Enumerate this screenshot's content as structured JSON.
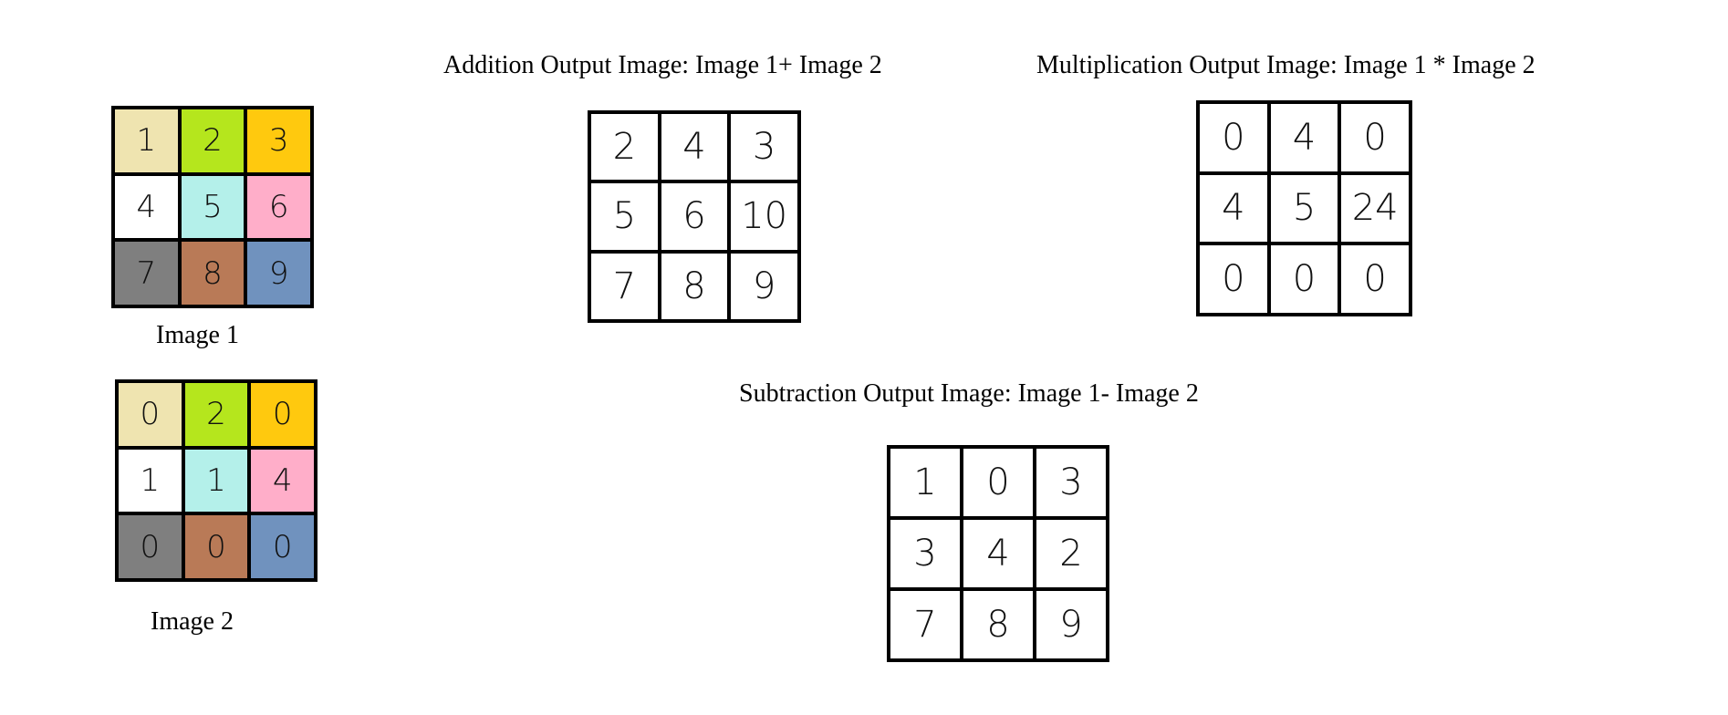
{
  "image1": {
    "caption": "Image 1",
    "cells": [
      "1",
      "2",
      "3",
      "4",
      "5",
      "6",
      "7",
      "8",
      "9"
    ],
    "colors": [
      "#efe4b0",
      "#b5e61d",
      "#ffc90e",
      "#ffffff",
      "#b4f0ea",
      "#ffaec9",
      "#7f7f7f",
      "#b97a57",
      "#7092be"
    ]
  },
  "image2": {
    "caption": "Image 2",
    "cells": [
      "0",
      "2",
      "0",
      "1",
      "1",
      "4",
      "0",
      "0",
      "0"
    ],
    "colors": [
      "#efe4b0",
      "#b5e61d",
      "#ffc90e",
      "#ffffff",
      "#b4f0ea",
      "#ffaec9",
      "#7f7f7f",
      "#b97a57",
      "#7092be"
    ]
  },
  "addition": {
    "title": "Addition Output Image: Image 1+ Image 2",
    "cells": [
      "2",
      "4",
      "3",
      "5",
      "6",
      "10",
      "7",
      "8",
      "9"
    ]
  },
  "multiplication": {
    "title": "Multiplication Output Image: Image 1 * Image 2",
    "cells": [
      "0",
      "4",
      "0",
      "4",
      "5",
      "24",
      "0",
      "0",
      "0"
    ]
  },
  "subtraction": {
    "title": "Subtraction Output Image: Image 1- Image 2",
    "cells": [
      "1",
      "0",
      "3",
      "3",
      "4",
      "2",
      "7",
      "8",
      "9"
    ]
  }
}
